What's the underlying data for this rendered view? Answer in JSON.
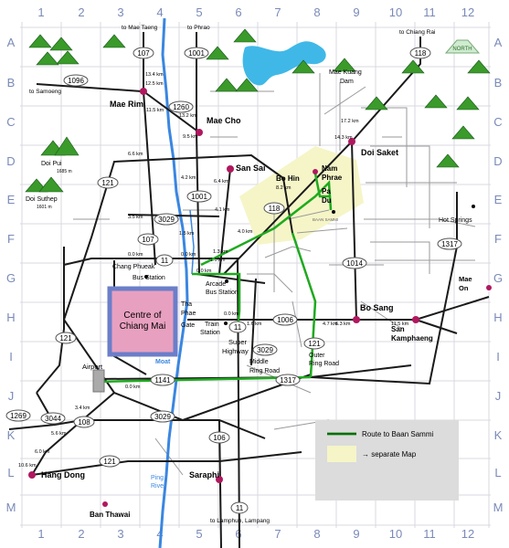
{
  "grid": {
    "columns": [
      "1",
      "2",
      "3",
      "4",
      "5",
      "6",
      "7",
      "8",
      "9",
      "10",
      "11",
      "12"
    ],
    "rows": [
      "A",
      "B",
      "C",
      "D",
      "E",
      "F",
      "G",
      "H",
      "I",
      "J",
      "K",
      "L",
      "M"
    ]
  },
  "colors": {
    "route": "#1faa1f",
    "road": "#1a1a1a",
    "minor_road": "#9a9a9a",
    "river": "#3a86e0",
    "town": "#b0185f",
    "centre_fill": "#e8a0c0",
    "centre_border": "#6b7ec9",
    "highlight": "#f5f5c8",
    "mountain": "#3a9a2a",
    "lake": "#3fb8e8",
    "grid": "#d8d8e0",
    "legend_box": "#dcdcdc"
  },
  "directions": {
    "mae_taeng": "to Mae Taeng",
    "phrao": "to Phrao",
    "chiang_rai": "to Chiang Rai",
    "samoeng": "to Samoeng",
    "lamphun": "to Lamphun, Lampang",
    "north": "NORTH"
  },
  "places": {
    "mae_rim": "Mae Rim",
    "mae_cho": "Mae Cho",
    "san_sai": "San Sai",
    "doi_saket": "Doi Saket",
    "bo_hin": "Bo Hin",
    "nam_phrae_1": "Nam",
    "nam_phrae_2": "Phrae",
    "pa_du_1": "Pa",
    "pa_du_2": "Du",
    "baan_sammi": "BAAN SAMMI",
    "hot_springs": "Hot Springs",
    "mae_on_1": "Mae",
    "mae_on_2": "On",
    "bo_sang": "Bo Sang",
    "san_kamphaeng_1": "San",
    "san_kamphaeng_2": "Kamphaeng",
    "chang_phueak": "Chang Phueak",
    "bus_station": "Bus  Station",
    "arcade_1": "Arcade",
    "arcade_2": "Bus Station",
    "centre_1": "Centre of",
    "centre_2": "Chiang Mai",
    "tha_phae_1": "Tha",
    "tha_phae_2": "Phae",
    "tha_phae_3": "Gate",
    "moat": "Moat",
    "train_1": "Train",
    "train_2": "Station",
    "super_1": "Super",
    "super_2": "Highway",
    "middle_1": "Middle",
    "middle_2": "Ring Road",
    "outer_1": "Outer",
    "outer_2": "Ring Road",
    "airport": "Airport",
    "hang_dong": "Hang Dong",
    "saraphi": "Saraphi",
    "ping_1": "Ping",
    "ping_2": "River",
    "ban_thawai": "Ban Thawai",
    "mae_kuang_1": "Mae Kuang",
    "mae_kuang_2": "Dam",
    "doi_pui": "Doi Pui",
    "doi_pui_h": "1685 m",
    "doi_suthep": "Doi Suthep",
    "doi_suthep_h": "1601 m"
  },
  "road_numbers": {
    "r107a": "107",
    "r1001a": "1001",
    "r118a": "118",
    "r1096": "1096",
    "r1260": "1260",
    "r121a": "121",
    "r3029a": "3029",
    "r1001b": "1001",
    "r118b": "118",
    "r107b": "107",
    "r11a": "11",
    "r1317a": "1317",
    "r1014": "1014",
    "r1006": "1006",
    "r11b": "11",
    "r3029b": "3029",
    "r121b": "121",
    "r121c": "121",
    "r1141": "1141",
    "r1317b": "1317",
    "r1269": "1269",
    "r3044": "3044",
    "r108": "108",
    "r3029c": "3029",
    "r121d": "121",
    "r106": "106",
    "r11c": "11"
  },
  "distances": {
    "d1": "13.4 km",
    "d2": "12.5 km",
    "d3": "11.5 km",
    "d4": "13.2 km",
    "d5": "9.5 km",
    "d6": "6.6 km",
    "d7": "4.2 km",
    "d8": "6.4 km",
    "d9": "17.2 km",
    "d10": "14.3 km",
    "d11": "8.2 km",
    "d12": "4.1 km",
    "d13": "3.5 km",
    "d14": "1.5 km",
    "d15": "4.0 km",
    "d16": "0.0 km",
    "d17": "0.0 km",
    "d18": "1.3 km",
    "d19": "1.0 km",
    "d20": "0.0 km",
    "d21": "0.0 km",
    "d22": "1.6 km",
    "d23": "4.7 km",
    "d24": "6.3 km",
    "d25": "11.5 km",
    "d26": "0.0 km",
    "d27": "3.4 km",
    "d28": "5.6 km",
    "d29": "6.0 km",
    "d30": "10.6 km"
  },
  "legend": {
    "route": "Route to Baan Sammi",
    "separate": "→ separate Map"
  }
}
